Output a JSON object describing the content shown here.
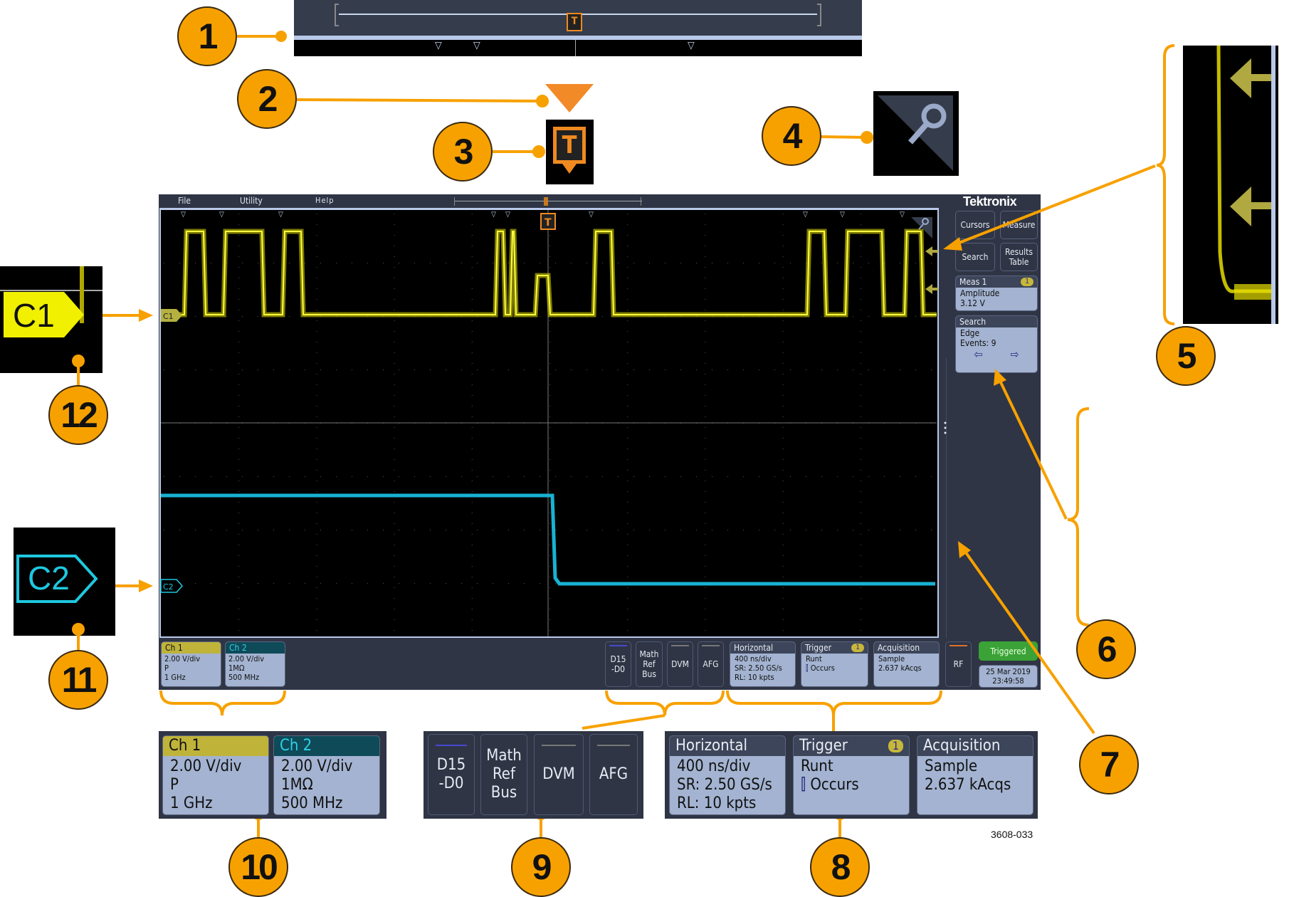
{
  "callouts": [
    "1",
    "2",
    "3",
    "4",
    "5",
    "6",
    "7",
    "8",
    "9",
    "10",
    "11",
    "12"
  ],
  "figure_id": "3608-033",
  "trigger_marker": "T",
  "menu": {
    "file": "File",
    "utility": "Utility",
    "help": "Help"
  },
  "brand": "Tektronix",
  "side": {
    "cursors": "Cursors",
    "measure": "Measure",
    "search": "Search",
    "results_table": "Results Table"
  },
  "meas1": {
    "title": "Meas 1",
    "badge": "1",
    "type": "Amplitude",
    "value": "3.12 V"
  },
  "search": {
    "title": "Search",
    "type": "Edge",
    "events": "Events: 9"
  },
  "channels": [
    {
      "label": "C1",
      "title": "Ch 1",
      "scale": "2.00 V/div",
      "coupling": "P",
      "bandwidth": "1 GHz",
      "color": "#f0f000"
    },
    {
      "label": "C2",
      "title": "Ch 2",
      "scale": "2.00 V/div",
      "coupling": "1MΩ",
      "bandwidth": "500 MHz",
      "color": "#1ec8e0"
    }
  ],
  "bottom": {
    "digital": "D15 -D0",
    "math": "Math Ref Bus",
    "dvm": "DVM",
    "afg": "AFG",
    "rf": "RF"
  },
  "horizontal": {
    "title": "Horizontal",
    "scale": "400 ns/div",
    "sr": "SR: 2.50 GS/s",
    "rl": "RL: 10 kpts"
  },
  "trigger": {
    "title": "Trigger",
    "badge": "1",
    "type": "Runt",
    "mode": "Occurs"
  },
  "acquisition": {
    "title": "Acquisition",
    "mode": "Sample",
    "count": "2.637 kAcqs"
  },
  "status": {
    "state": "Triggered",
    "date": "25 Mar 2019",
    "time": "23:49:58"
  },
  "colors": {
    "accent": "#f7a100",
    "triggered": "#3aa236",
    "panel": "#2f3545",
    "card": "#a3b3d1"
  }
}
